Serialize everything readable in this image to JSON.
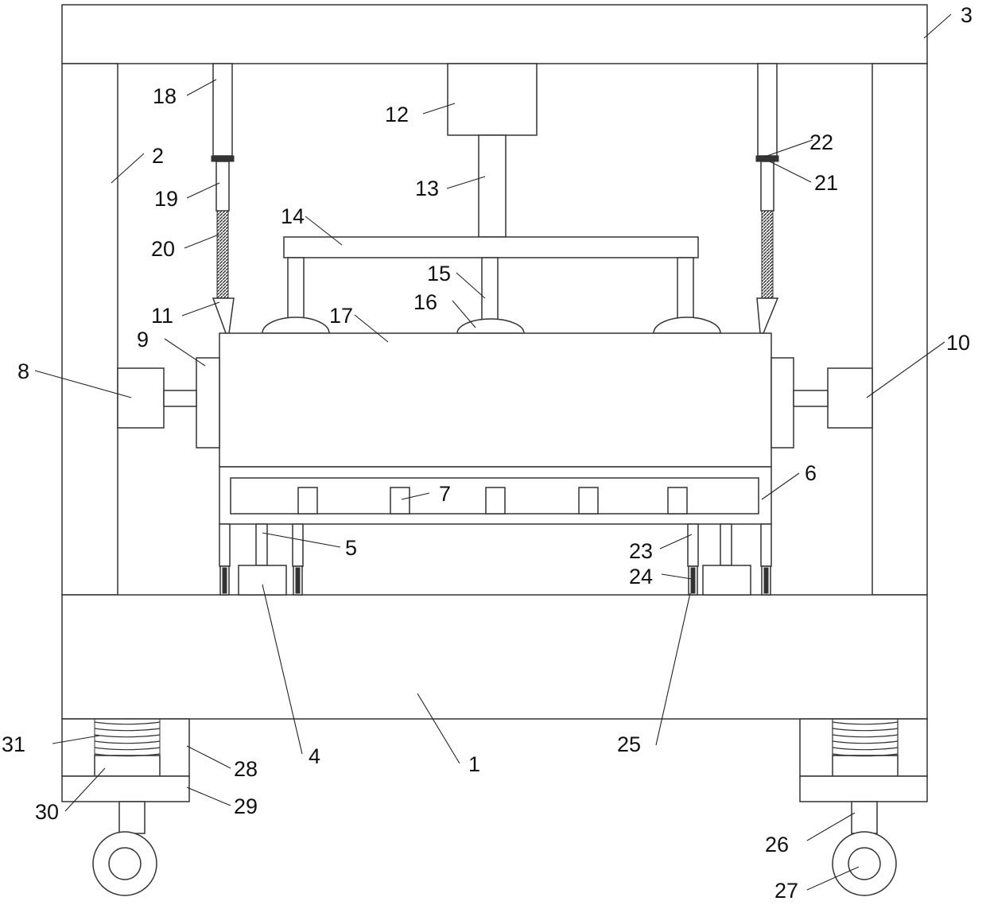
{
  "figure": {
    "type": "mechanical schematic",
    "line_color": "#333333",
    "background": "#ffffff"
  },
  "labels": {
    "l1": "1",
    "l2": "2",
    "l3": "3",
    "l4": "4",
    "l5": "5",
    "l6": "6",
    "l7": "7",
    "l8": "8",
    "l9": "9",
    "l10": "10",
    "l11": "11",
    "l12": "12",
    "l13": "13",
    "l14": "14",
    "l15": "15",
    "l16": "16",
    "l17": "17",
    "l18": "18",
    "l19": "19",
    "l20": "20",
    "l21": "21",
    "l22": "22",
    "l23": "23",
    "l24": "24",
    "l25": "25",
    "l26": "26",
    "l27": "27",
    "l28": "28",
    "l29": "29",
    "l30": "30",
    "l31": "31"
  }
}
